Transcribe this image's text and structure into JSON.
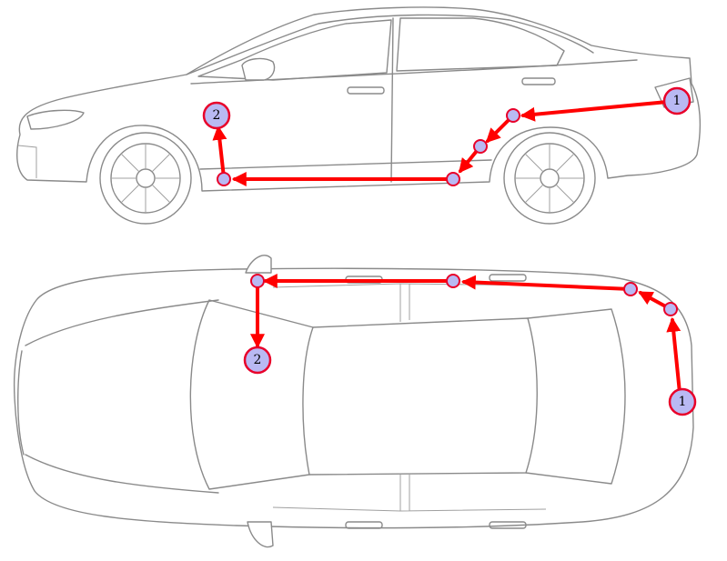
{
  "colors": {
    "path": "#ff0000",
    "marker_fill": "#b9b9f3",
    "marker_stroke": "#e8002a",
    "outline": "#8a8a8a"
  },
  "side_view": {
    "start_label": "1",
    "end_label": "2"
  },
  "top_view": {
    "start_label": "1",
    "end_label": "2"
  }
}
